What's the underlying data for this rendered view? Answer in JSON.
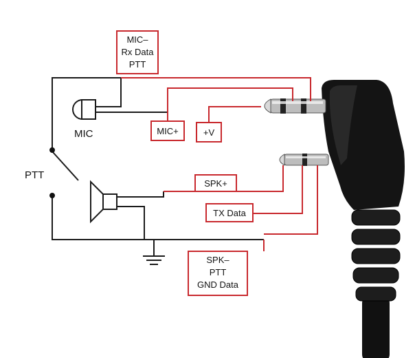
{
  "labels": {
    "mic_minus_box": [
      "MIC–",
      "Rx Data",
      "PTT"
    ],
    "mic_plus": "MIC+",
    "v_plus": "+V",
    "spk_plus": "SPK+",
    "tx_data": "TX Data",
    "spk_minus_box": [
      "SPK–",
      "PTT",
      "GND Data"
    ],
    "mic": "MIC",
    "ptt": "PTT"
  },
  "colors": {
    "wire_red": "#c8282d",
    "wire_black": "#1a1a1a",
    "plug_black": "#141414"
  }
}
